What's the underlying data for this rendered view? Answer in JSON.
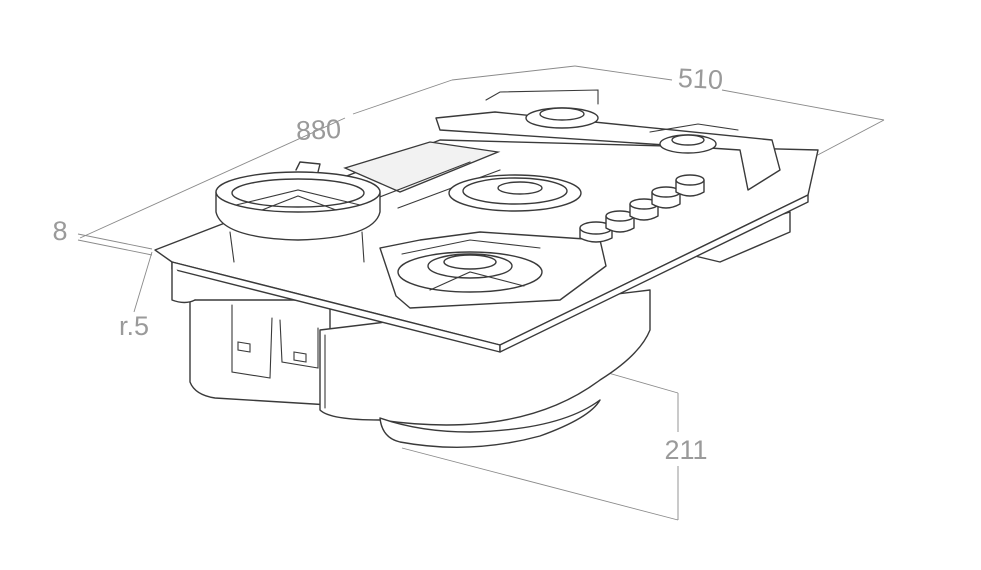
{
  "diagram": {
    "dimensions": {
      "length": "880",
      "width": "510",
      "thickness": "8",
      "radius": "r.5",
      "depth": "211"
    },
    "colors": {
      "line": "#3a3a3a",
      "dimension_text": "#9a9a9a",
      "background": "#ffffff"
    }
  }
}
